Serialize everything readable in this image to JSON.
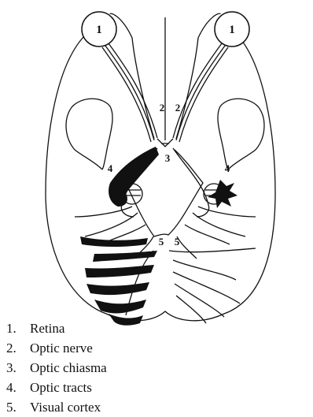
{
  "diagram": {
    "labels": {
      "retina_left": "1",
      "retina_right": "1",
      "nerve_left": "2",
      "nerve_right": "2",
      "chiasma": "3",
      "tract_left": "4",
      "tract_right": "4",
      "cortex_left": "5",
      "cortex_right": "5"
    },
    "colors": {
      "ink": "#111111",
      "background": "#ffffff"
    }
  },
  "legend": {
    "items": [
      {
        "num": "1.",
        "label": "Retina"
      },
      {
        "num": "2.",
        "label": "Optic nerve"
      },
      {
        "num": "3.",
        "label": "Optic chiasma"
      },
      {
        "num": "4.",
        "label": "Optic tracts"
      },
      {
        "num": "5.",
        "label": "Visual cortex"
      }
    ]
  }
}
